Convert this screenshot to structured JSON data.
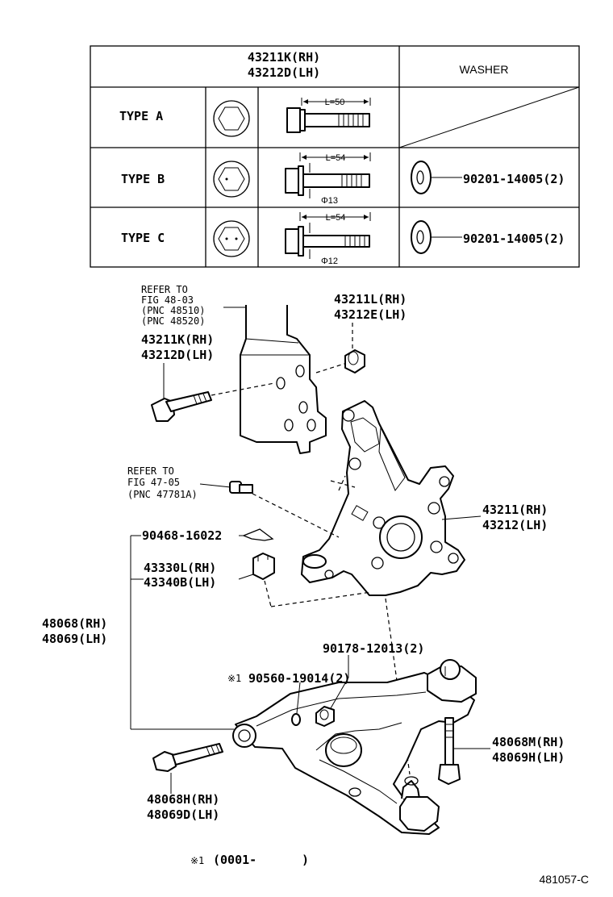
{
  "table": {
    "bolt_header_rh": "43211K(RH)",
    "bolt_header_lh": "43212D(LH)",
    "washer_header": "WASHER",
    "rows": [
      {
        "type_label": "TYPE  A",
        "length": "L=50",
        "diameter": "",
        "washer_part": ""
      },
      {
        "type_label": "TYPE  B",
        "length": "L=54",
        "diameter": "Φ13",
        "washer_part": "90201-14005(2)"
      },
      {
        "type_label": "TYPE  C",
        "length": "L=54",
        "diameter": "Φ12",
        "washer_part": "90201-14005(2)"
      }
    ]
  },
  "callouts": {
    "refer_fig_48_03": [
      "REFER TO",
      "FIG 48-03",
      "(PNC 48510)",
      "(PNC 48520)"
    ],
    "bolt_43211k": [
      "43211K(RH)",
      "43212D(LH)"
    ],
    "nut_43211l": [
      "43211L(RH)",
      "43212E(LH)"
    ],
    "refer_fig_47_05": [
      "REFER TO",
      "FIG 47-05",
      "(PNC 47781A)"
    ],
    "knuckle_43211": [
      "43211(RH)",
      "43212(LH)"
    ],
    "pin_90468": "90468-16022",
    "nut_43330l": [
      "43330L(RH)",
      "43340B(LH)"
    ],
    "arm_48068": [
      "48068(RH)",
      "48069(LH)"
    ],
    "nut_90178": "90178-12013(2)",
    "washer_90560_mark": "※1",
    "washer_90560": "90560-19014(2)",
    "bolt_48068m": [
      "48068M(RH)",
      "48069H(LH)"
    ],
    "bolt_48068h": [
      "48068H(RH)",
      "48069D(LH)"
    ]
  },
  "footnote": {
    "mark": "※1",
    "text": "(0001-",
    "close": ")"
  },
  "figure_code": "481057-C"
}
